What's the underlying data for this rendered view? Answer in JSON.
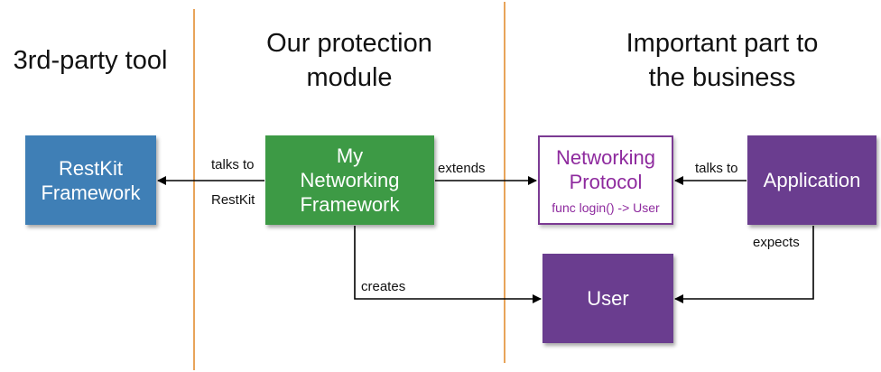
{
  "headings": {
    "third_party": [
      "3rd-party tool"
    ],
    "protection": [
      "Our protection",
      "module"
    ],
    "business": [
      "Important part to",
      "the business"
    ]
  },
  "boxes": {
    "restkit": {
      "lines": [
        "RestKit",
        "Framework"
      ],
      "color": "#3f7fb6"
    },
    "my_networking": {
      "lines": [
        "My",
        "Networking",
        "Framework"
      ],
      "color": "#3d9a45"
    },
    "networking_protocol": {
      "lines": [
        "Networking",
        "Protocol"
      ],
      "sub": "func login() -> User",
      "color": "#8e2a9e"
    },
    "application": {
      "lines": [
        "Application"
      ],
      "color": "#6a3d8f"
    },
    "user": {
      "lines": [
        "User"
      ],
      "color": "#6a3d8f"
    }
  },
  "labels": {
    "talks_to_restkit_top": "talks to",
    "talks_to_restkit_bottom": "RestKit",
    "extends": "extends",
    "talks_to_app": "talks to",
    "expects": "expects",
    "creates": "creates"
  },
  "colors": {
    "divider": "#e8a45a",
    "arrow": "#000000"
  }
}
